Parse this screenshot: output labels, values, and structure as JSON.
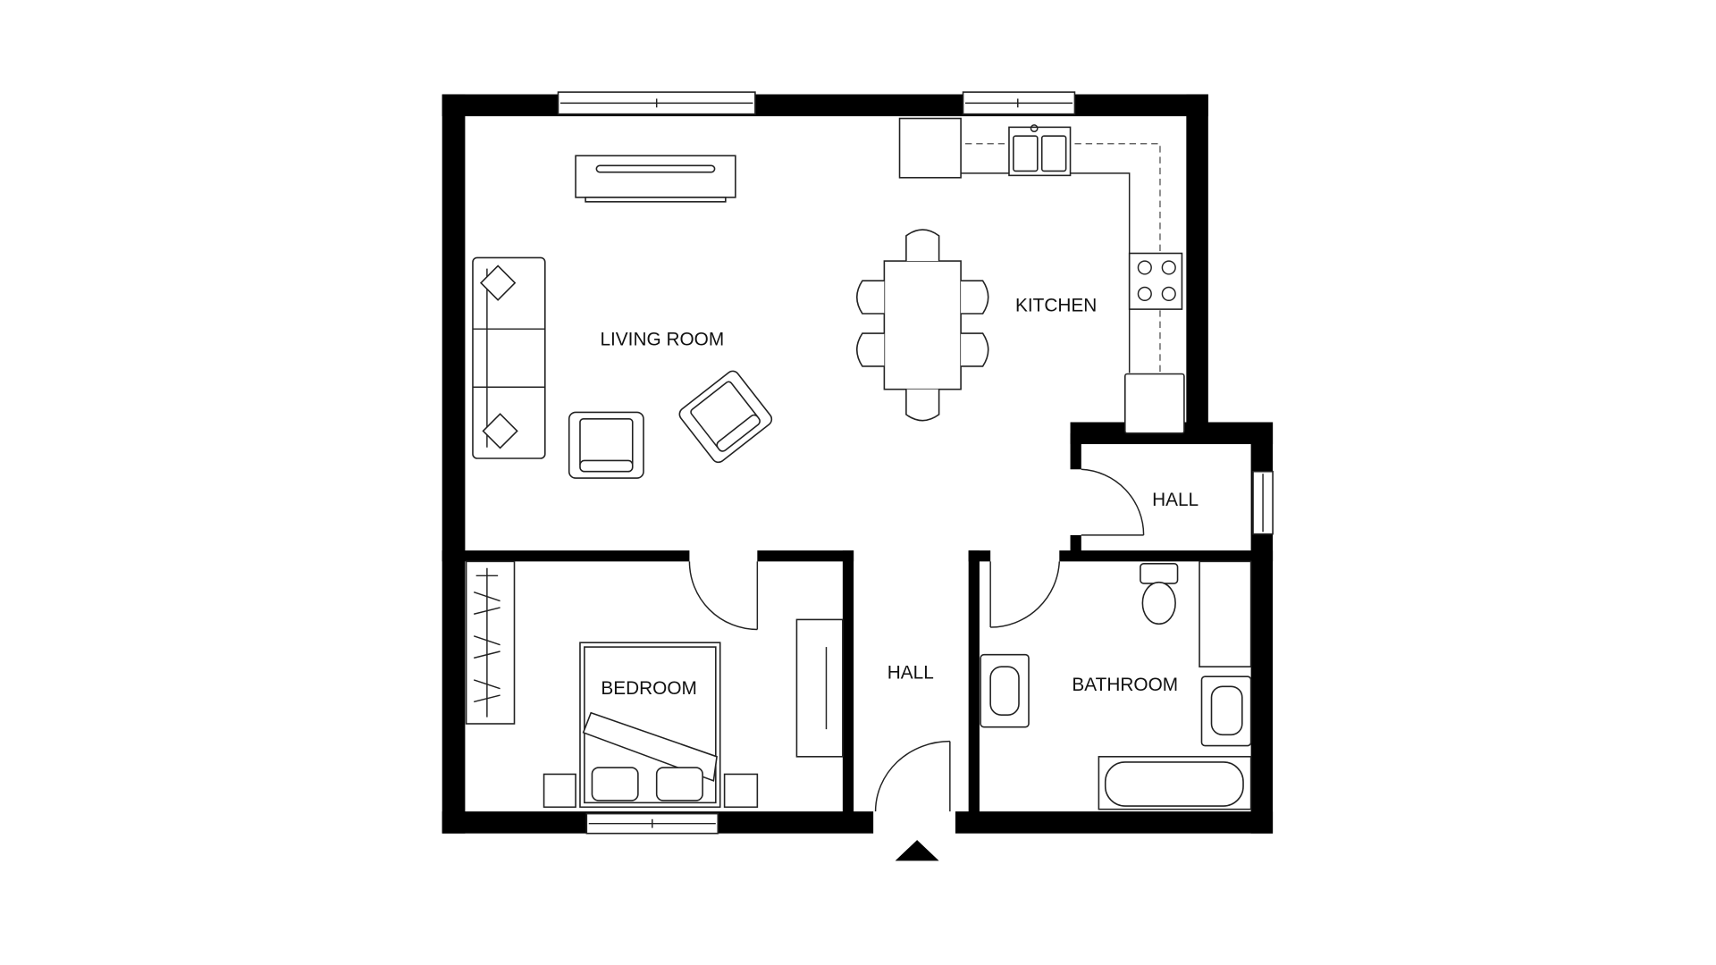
{
  "floor_plan": {
    "rooms": {
      "living_room": "LIVING ROOM",
      "kitchen": "KITCHEN",
      "hall_upper": "HALL",
      "bedroom": "BEDROOM",
      "hall_lower": "HALL",
      "bathroom": "BATHROOM"
    },
    "colors": {
      "wall": "#000000",
      "background": "#ffffff",
      "line": "#222222"
    },
    "icons": {
      "entrance": "entrance-arrow-icon"
    }
  }
}
